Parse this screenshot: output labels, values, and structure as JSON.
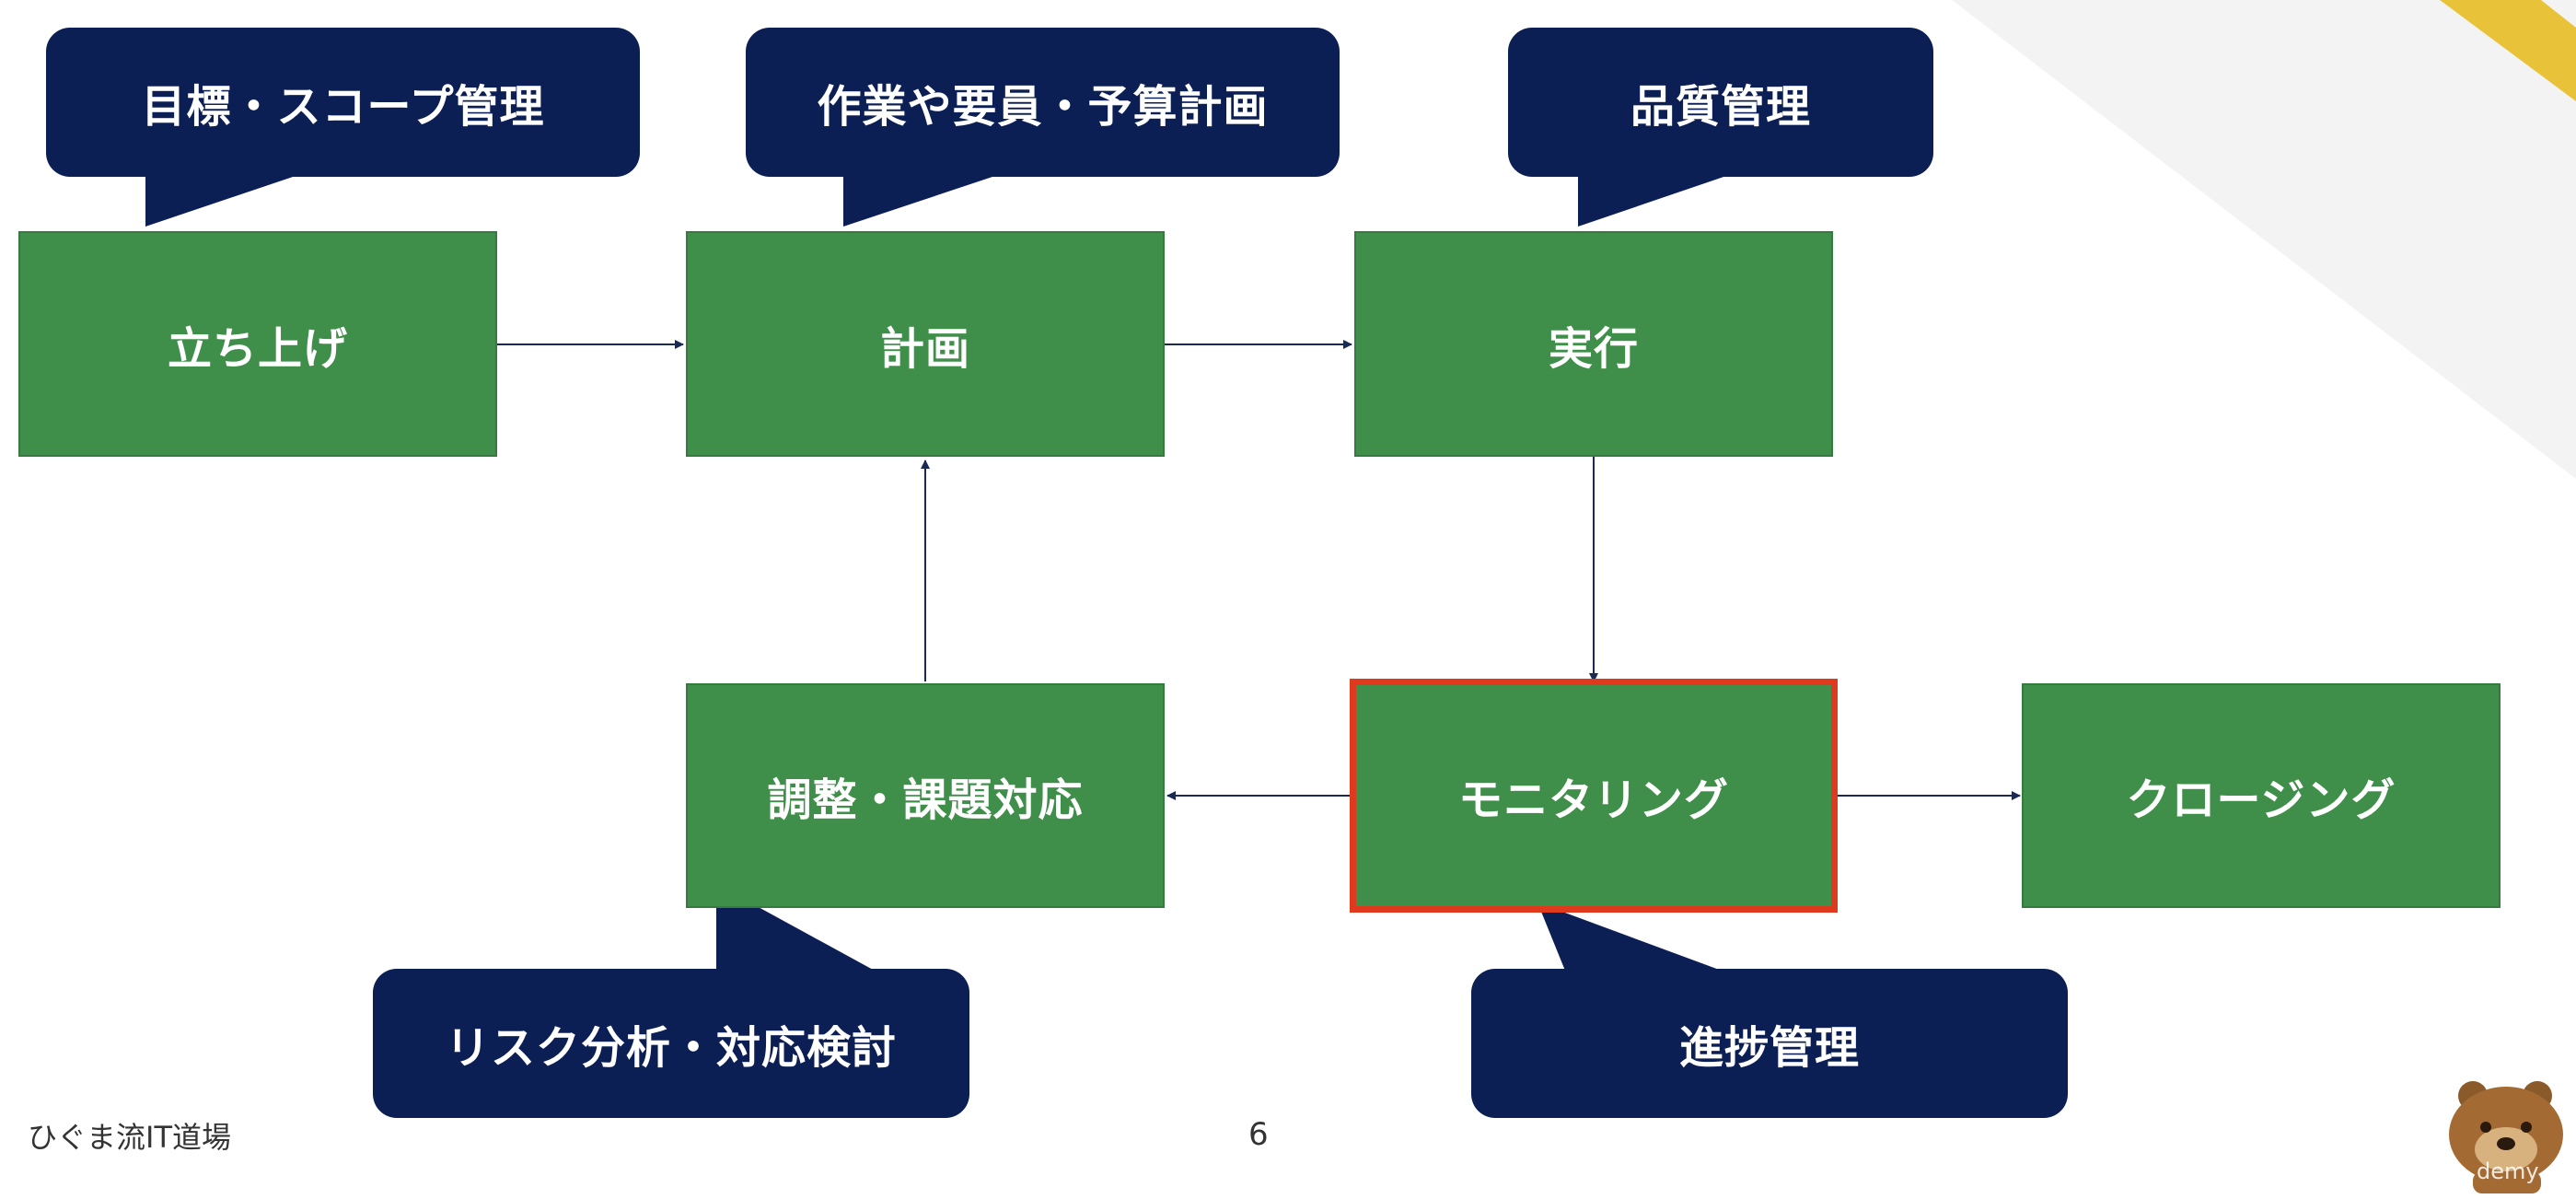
{
  "boxes": {
    "initiate": "立ち上げ",
    "plan": "計画",
    "execute": "実行",
    "adjust": "調整・課題対応",
    "monitor": "モニタリング",
    "closing": "クロージング"
  },
  "callouts": {
    "scope": "目標・スコープ管理",
    "planning": "作業や要員・予算計画",
    "quality": "品質管理",
    "risk": "リスク分析・対応検討",
    "progress": "進捗管理"
  },
  "footer": {
    "brand": "ひぐま流IT道場",
    "page": "6",
    "watermark": "demy"
  },
  "colors": {
    "box_green": "#3f8f4a",
    "callout_navy": "#0c1f55",
    "highlight_red": "#e03a1e",
    "accent_yellow": "#e8c33a"
  }
}
